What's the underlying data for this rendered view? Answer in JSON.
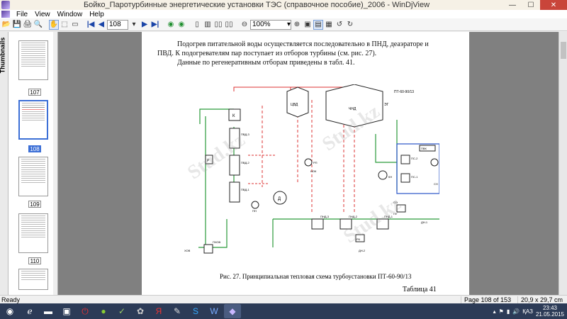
{
  "window": {
    "title": "Бойко_Паротурбинные энергетические установки ТЭС (справочное пособие)_2006 - WinDjView",
    "minimize": "—",
    "maximize": "☐",
    "close": "✕"
  },
  "menu": [
    "File",
    "View",
    "Window",
    "Help"
  ],
  "toolbar": {
    "page_value": "108",
    "zoom_value": "100%"
  },
  "thumbnails": {
    "tab_label": "Thumbnails",
    "pages": [
      "107",
      "108",
      "109",
      "110"
    ],
    "selected": "108"
  },
  "document": {
    "para1": "Подогрев питательной воды осуществляется последовательно в ПНД, деаэраторе и",
    "para2": "ПВД. К подогревателям пар поступает из отборов турбины (см. рис. 27).",
    "para3": "Данные по регенеративным отборам приведены в табл. 41.",
    "caption": "Рис. 27. Принципиальная тепловая схема турбоустановки ПТ-60-90/13",
    "table_ref": "Таблица 41",
    "watermark": "Stud.kz",
    "diagram_labels": {
      "cvd": "ЦВД",
      "cnd": "ЧНД",
      "k": "К",
      "p": "Р",
      "pt": "ПТ-60-90/13",
      "eg": "ЭГ",
      "pvd3": "ПВД-3",
      "pvd2": "ПВД-2",
      "pvd1": "ПВД-1",
      "d": "Д",
      "pn": "ПН",
      "rp": "РП",
      "nok": "НОК",
      "pnd3": "ПНД-3",
      "pnd2": "ПНД-2",
      "pnd1": "ПНД-1",
      "r6": "Р6",
      "dn2": "ДН-2",
      "dn1": "ДН-1",
      "pbk": "ПВК",
      "ps2": "ПС-2",
      "ps1": "ПС-1",
      "sn": "СН",
      "kn": "КН",
      "oe": "ОЭ",
      "pu": "ПУ",
      "khov": "ХОВ",
      "phov": "ПХОВ"
    }
  },
  "status": {
    "ready": "Ready",
    "page": "Page 108 of 153",
    "size": "20,9 x 29,7 cm"
  },
  "taskbar": {
    "lang": "ҚАЗ",
    "time": "23:43",
    "date": "21.05.2015"
  }
}
